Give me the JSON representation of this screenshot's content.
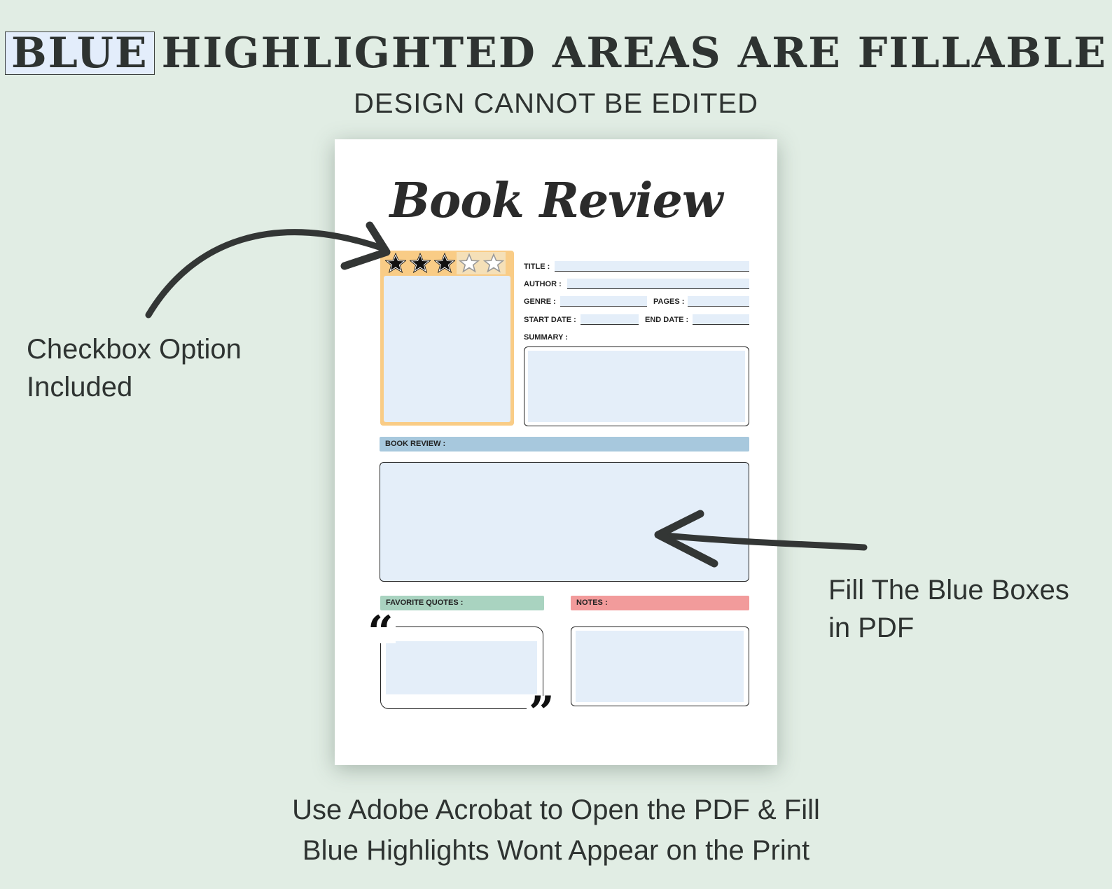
{
  "headline": {
    "highlighted_word": "BLUE",
    "rest": "HIGHLIGHTED AREAS ARE FILLABLE"
  },
  "subheadline": "DESIGN CANNOT BE EDITED",
  "left_callout": [
    "Checkbox Option",
    "Included"
  ],
  "right_callout": [
    "Fill The Blue Boxes",
    "in PDF"
  ],
  "footer": [
    "Use Adobe Acrobat to Open the PDF & Fill",
    "Blue Highlights Wont Appear on the Print"
  ],
  "sheet": {
    "title": "Book Review",
    "rating": {
      "filled": 3,
      "max": 5
    },
    "fields": {
      "title": "TITLE :",
      "author": "AUTHOR :",
      "genre": "GENRE :",
      "pages": "PAGES :",
      "start_date": "START DATE :",
      "end_date": "END DATE :",
      "summary": "SUMMARY :"
    },
    "sections": {
      "book_review": "BOOK REVIEW :",
      "favorite_quotes": "FAVORITE QUOTES :",
      "notes": "NOTES :"
    },
    "quote_open": "“",
    "quote_close": "”"
  },
  "colors": {
    "background": "#e1ede4",
    "fillable_blue": "#e4eef9",
    "cover_orange": "#f9cc86",
    "review_bar": "#a7c8dd",
    "quotes_bar": "#a9d3c0",
    "notes_bar": "#f29b9b",
    "text_dark": "#2e3331"
  }
}
